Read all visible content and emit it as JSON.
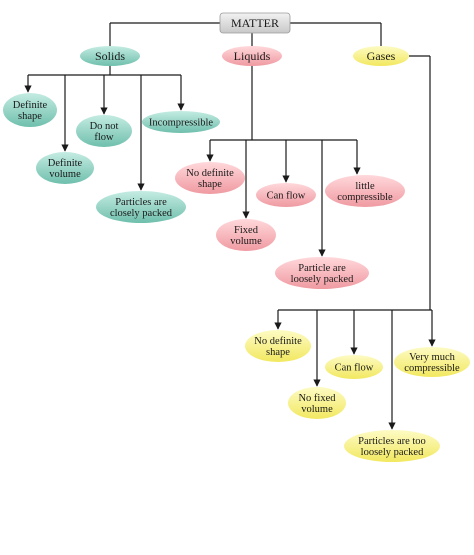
{
  "colors": {
    "solids": "#8fd0c0",
    "liquids": "#f7b3b8",
    "gases": "#f7f08a",
    "root": "#d9d9d9",
    "line": "#1a1a1a"
  },
  "root": {
    "label": "MATTER"
  },
  "categories": {
    "solids": {
      "label": "Solids",
      "properties": [
        [
          "Definite",
          "shape"
        ],
        [
          "Definite",
          "volume"
        ],
        [
          "Do not",
          "flow"
        ],
        [
          "Particles are",
          "closely packed"
        ],
        [
          "Incompressible"
        ]
      ]
    },
    "liquids": {
      "label": "Liquids",
      "properties": [
        [
          "No definite",
          "shape"
        ],
        [
          "Fixed",
          "volume"
        ],
        [
          "Can flow"
        ],
        [
          "Particle are",
          "loosely packed"
        ],
        [
          "little",
          "compressible"
        ]
      ]
    },
    "gases": {
      "label": "Gases",
      "properties": [
        [
          "No definite",
          "shape"
        ],
        [
          "No fixed",
          "volume"
        ],
        [
          "Can flow"
        ],
        [
          "Particles are too",
          "loosely packed"
        ],
        [
          "Very much",
          "compressible"
        ]
      ]
    }
  }
}
